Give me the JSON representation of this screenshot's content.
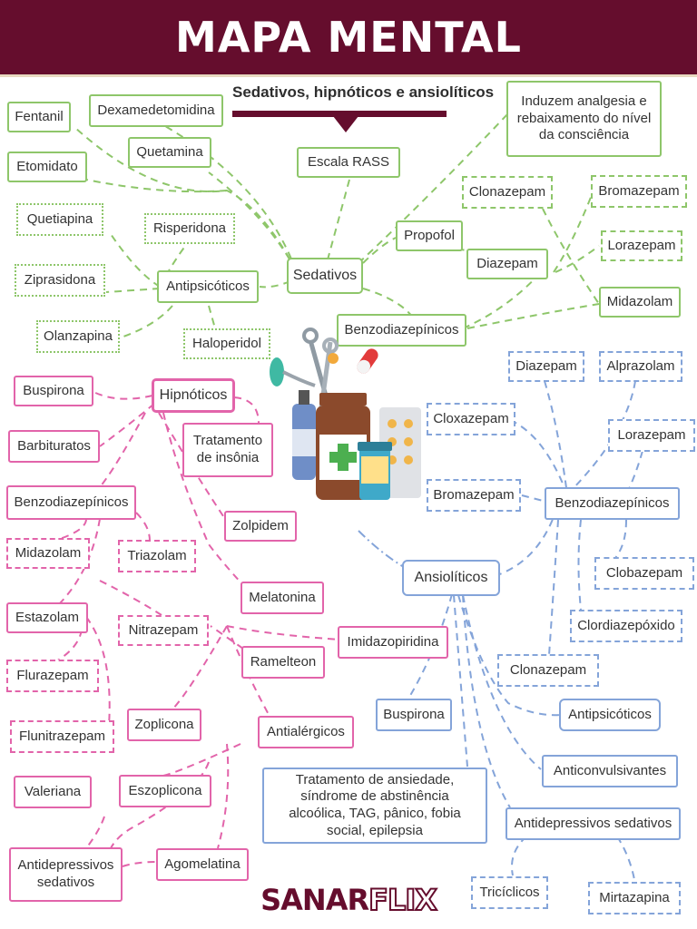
{
  "header": {
    "title": "MAPA MENTAL"
  },
  "subtitle": "Sedativos, hipnóticos e ansiolíticos",
  "colors": {
    "brand": "#650d2d",
    "sedativos": "#8ec66a",
    "hipnoticos": "#e264aa",
    "ansioliticos": "#84a4d9"
  },
  "sedativos": {
    "hub": "Sedativos",
    "escala_rass": "Escala RASS",
    "propofol": "Propofol",
    "info": "Induzem analgesia e rebaixamento do nível da consciência",
    "fentanil": "Fentanil",
    "dexmedetomidina": "Dexamedetomidina",
    "quetamina": "Quetamina",
    "etomidato": "Etomidato",
    "antipsicoticos": "Antipsicóticos",
    "quetiapina": "Quetiapina",
    "risperidona": "Risperidona",
    "ziprasidona": "Ziprasidona",
    "olanzapina": "Olanzapina",
    "haloperidol": "Haloperidol",
    "benzo": "Benzodiazepínicos",
    "clonazepam": "Clonazepam",
    "bromazepam": "Bromazepam",
    "diazepam": "Diazepam",
    "lorazepam": "Lorazepam",
    "midazolam": "Midazolam"
  },
  "hipnoticos": {
    "hub": "Hipnóticos",
    "buspirona": "Buspirona",
    "barbituratos": "Barbituratos",
    "tratamento": "Tratamento de insônia",
    "benzo": "Benzodiazepínicos",
    "midazolam": "Midazolam",
    "triazolam": "Triazolam",
    "estazolam": "Estazolam",
    "nitrazepam": "Nitrazepam",
    "flurazepam": "Flurazepam",
    "flunitrazepam": "Flunitrazepam",
    "zolpidem": "Zolpidem",
    "melatonina": "Melatonina",
    "imidazopiridina": "Imidazopiridina",
    "ramelteon": "Ramelteon",
    "zoplicona": "Zoplicona",
    "antialergicos": "Antialérgicos",
    "valeriana": "Valeriana",
    "eszoplicona": "Eszoplicona",
    "antidepressivos": "Antidepressivos sedativos",
    "agomelatina": "Agomelatina"
  },
  "ansioliticos": {
    "hub": "Ansiolíticos",
    "diazepam": "Diazepam",
    "alprazolam": "Alprazolam",
    "cloxazepam": "Cloxazepam",
    "lorazepam": "Lorazepam",
    "bromazepam": "Bromazepam",
    "benzo": "Benzodiazepínicos",
    "clobazepam": "Clobazepam",
    "clordiazepoxido": "Clordiazepóxido",
    "clonazepam": "Clonazepam",
    "buspirona": "Buspirona",
    "antipsicoticos": "Antipsicóticos",
    "anticonvulsivantes": "Anticonvulsivantes",
    "tratamento": "Tratamento de ansiedade, síndrome de abstinência alcoólica, TAG, pânico, fobia social, epilepsia",
    "antidepressivos": "Antidepressivos sedativos",
    "triciclicos": "Tricíclicos",
    "mirtazapina": "Mirtazapina"
  },
  "logo": {
    "part1": "SANAR",
    "part2": "FLIX"
  }
}
